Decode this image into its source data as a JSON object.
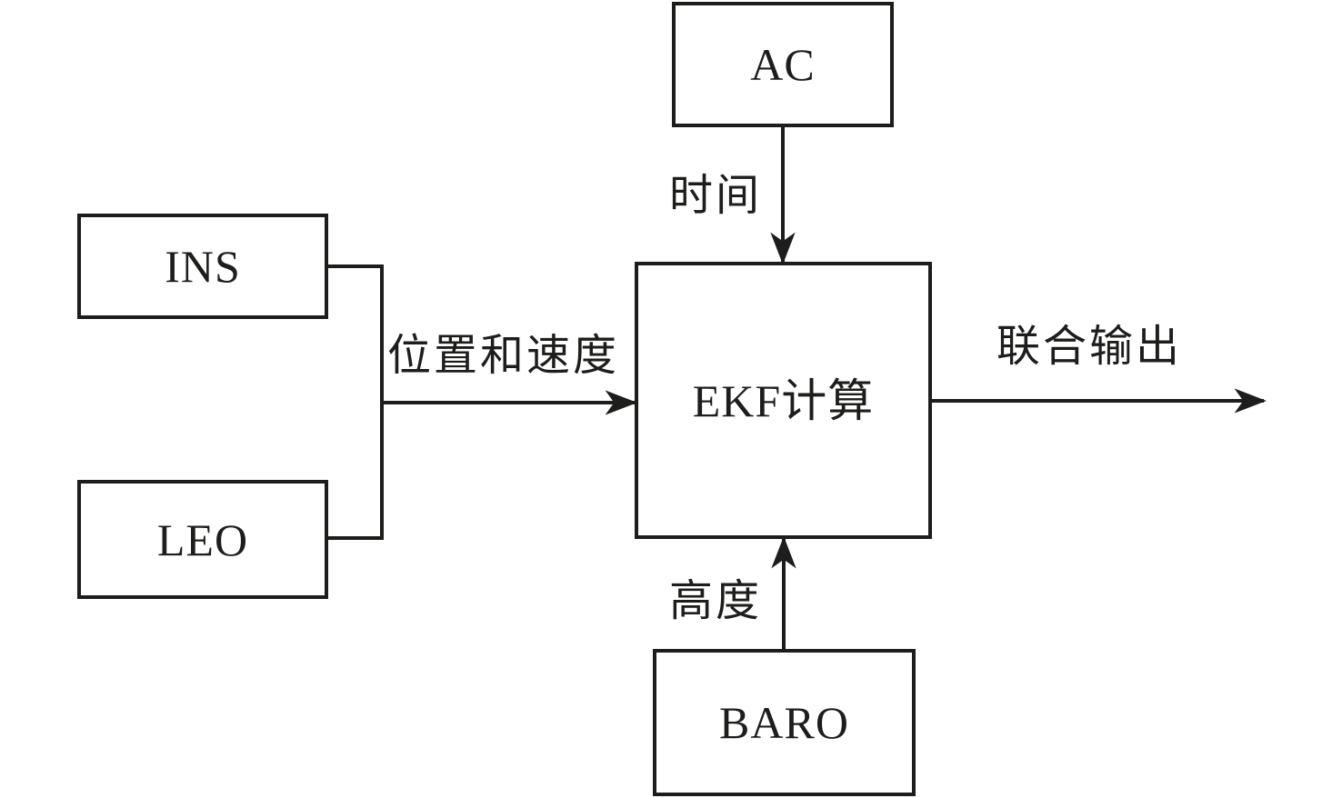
{
  "diagram": {
    "nodes": {
      "ac": {
        "label": "AC"
      },
      "ins": {
        "label": "INS"
      },
      "leo": {
        "label": "LEO"
      },
      "ekf": {
        "label": "EKF计算"
      },
      "baro": {
        "label": "BARO"
      }
    },
    "edges": {
      "time": {
        "label": "时间",
        "from": "ac",
        "to": "ekf"
      },
      "position_velocity": {
        "label": "位置和速度",
        "from": "ins,leo",
        "to": "ekf"
      },
      "altitude": {
        "label": "高度",
        "from": "baro",
        "to": "ekf"
      },
      "output": {
        "label": "联合输出",
        "from": "ekf",
        "to": "external"
      }
    },
    "colors": {
      "ink": "#1d1d1b",
      "background": "#ffffff"
    }
  }
}
